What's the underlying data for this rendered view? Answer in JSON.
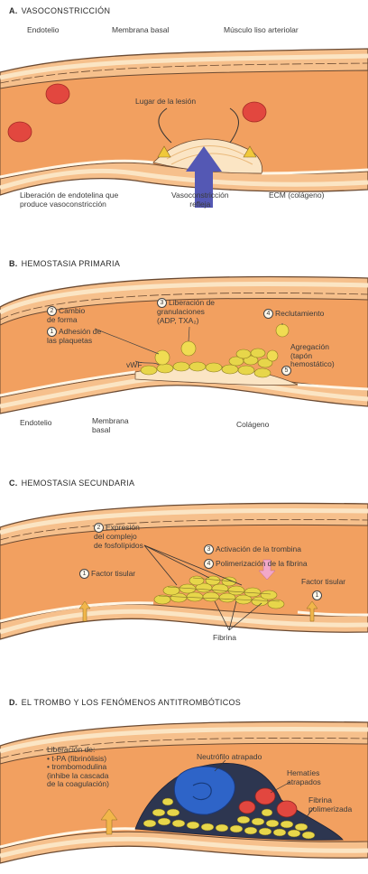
{
  "panels": [
    {
      "key": "A.",
      "title": "VASOCONSTRICCIÓN",
      "labels": {
        "endotelio": "Endotelio",
        "membrana": "Membrana basal",
        "musculo": "Músculo liso arteriolar",
        "lugar": "Lugar de la lesión",
        "liberacion": "Liberación de endotelina que\nproduce vasoconstricción",
        "vaso": "Vasoconstricción\nrefleja",
        "ecm": "ECM (colágeno)"
      }
    },
    {
      "key": "B.",
      "title": "HEMOSTASIA PRIMARIA",
      "labels": {
        "n2": "2",
        "cambio": "Cambio\nde forma",
        "n1": "1",
        "adhesion": "Adhesión de\nlas plaquetas",
        "n3": "3",
        "granul": "Liberación de\ngranulaciones\n(ADP, TXA₂)",
        "n4": "4",
        "reclut": "Reclutamiento",
        "agreg": "Agregación\n(tapón\nhemostático)",
        "n5": "5",
        "vwf": "vWF",
        "endotelio": "Endotelio",
        "membrana": "Membrana\nbasal",
        "colageno": "Colágeno"
      }
    },
    {
      "key": "C.",
      "title": "HEMOSTASIA SECUNDARIA",
      "labels": {
        "n2": "2",
        "expresion": "Expresión\ndel complejo\nde fosfolípidos",
        "n3": "3",
        "activ": "Activación de la trombina",
        "n4": "4",
        "polim": "Polimerización de la fibrina",
        "n1a": "1",
        "factor_a": "Factor tisular",
        "factor_b": "Factor tisular",
        "n1b": "1",
        "fibrina": "Fibrina"
      }
    },
    {
      "key": "D.",
      "title": "EL TROMBO Y LOS FENÓMENOS ANTITROMBÓTICOS",
      "labels": {
        "lib": "Liberación de:\n• t-PA (fibrinólisis)\n• trombomodulina\n  (inhibe la cascada\n  de la coagulación)",
        "neutro": "Neutrófilo atrapado",
        "hemat": "Hematíes\natrapados",
        "fibpol": "Fibrina\npolimerizada"
      }
    }
  ],
  "colors": {
    "lumen": "#f2a060",
    "lumen_light": "#f7c184",
    "wall_outer": "#f6c08c",
    "wall_band": "#fbe5c4",
    "endothelium": "#fff6e6",
    "outline": "#6b4a32",
    "platelet": "#e7d64a",
    "rbc": "#e2473f",
    "neutrophil": "#2e64c8",
    "arrow_blue": "#5458b4",
    "thrombus_dark": "#2d3650"
  }
}
